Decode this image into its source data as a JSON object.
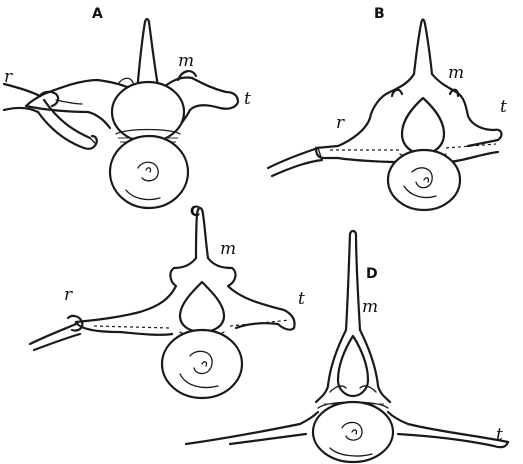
{
  "figure": {
    "panels": [
      {
        "id": "A",
        "label": "A",
        "parts": {
          "rib": "r",
          "metapophysis": "m",
          "transverse": "t"
        }
      },
      {
        "id": "B",
        "label": "B",
        "parts": {
          "rib": "r",
          "metapophysis": "m",
          "transverse": "t"
        }
      },
      {
        "id": "C",
        "label": "C",
        "parts": {
          "rib": "r",
          "metapophysis": "m",
          "transverse": "t"
        }
      },
      {
        "id": "D",
        "label": "D",
        "parts": {
          "metapophysis": "m",
          "transverse": "t"
        }
      }
    ]
  }
}
